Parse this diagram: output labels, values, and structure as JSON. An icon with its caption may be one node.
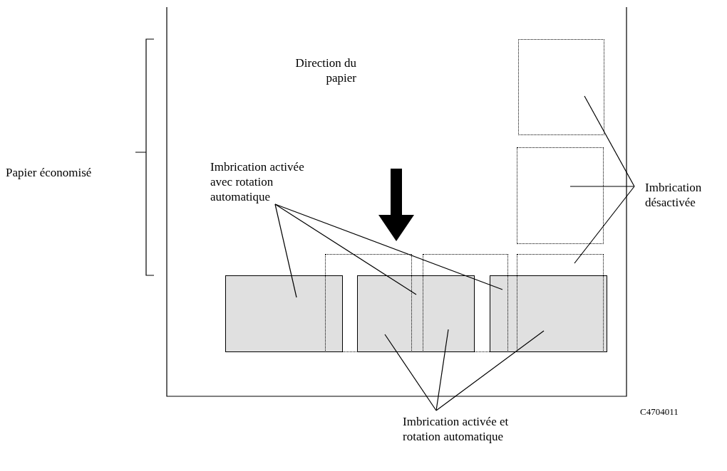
{
  "diagram": {
    "nodes": [
      {
        "text": [
          "Imbrication activée avec rotation automatique"
        ]
      },
      {
        "text": [
          "Imbrication activée et rotation automatique"
        ]
      },
      {
        "text": [
          "Imbrication désactivée"
        ]
      },
      {
        "text": [],
        "shape": "box"
      },
      {
        "text": [],
        "shape": "box"
      },
      {
        "text": [],
        "shape": "box"
      },
      {
        "text": [],
        "shape": "box"
      },
      {
        "text": [],
        "shape": "box"
      },
      {
        "text": [],
        "shape": "box"
      },
      {
        "text": [],
        "shape": "box"
      },
      {
        "text": [],
        "shape": "box"
      }
    ],
    "edges": [
      {
        "from": 0,
        "to": 3,
        "arrow": "none"
      },
      {
        "from": 0,
        "to": 4,
        "arrow": "none"
      },
      {
        "from": 0,
        "to": 5,
        "arrow": "none"
      },
      {
        "from": 1,
        "to": 4,
        "arrow": "none"
      },
      {
        "from": 1,
        "to": 4,
        "arrow": "none"
      },
      {
        "from": 1,
        "to": 5,
        "arrow": "none"
      },
      {
        "from": 2,
        "to": 6,
        "arrow": "none"
      },
      {
        "from": 2,
        "to": 7,
        "arrow": "none"
      },
      {
        "from": 2,
        "to": 10,
        "arrow": "none"
      }
    ],
    "labels": [
      "Direction du papier",
      "Papier économisé",
      "C4704011"
    ]
  }
}
